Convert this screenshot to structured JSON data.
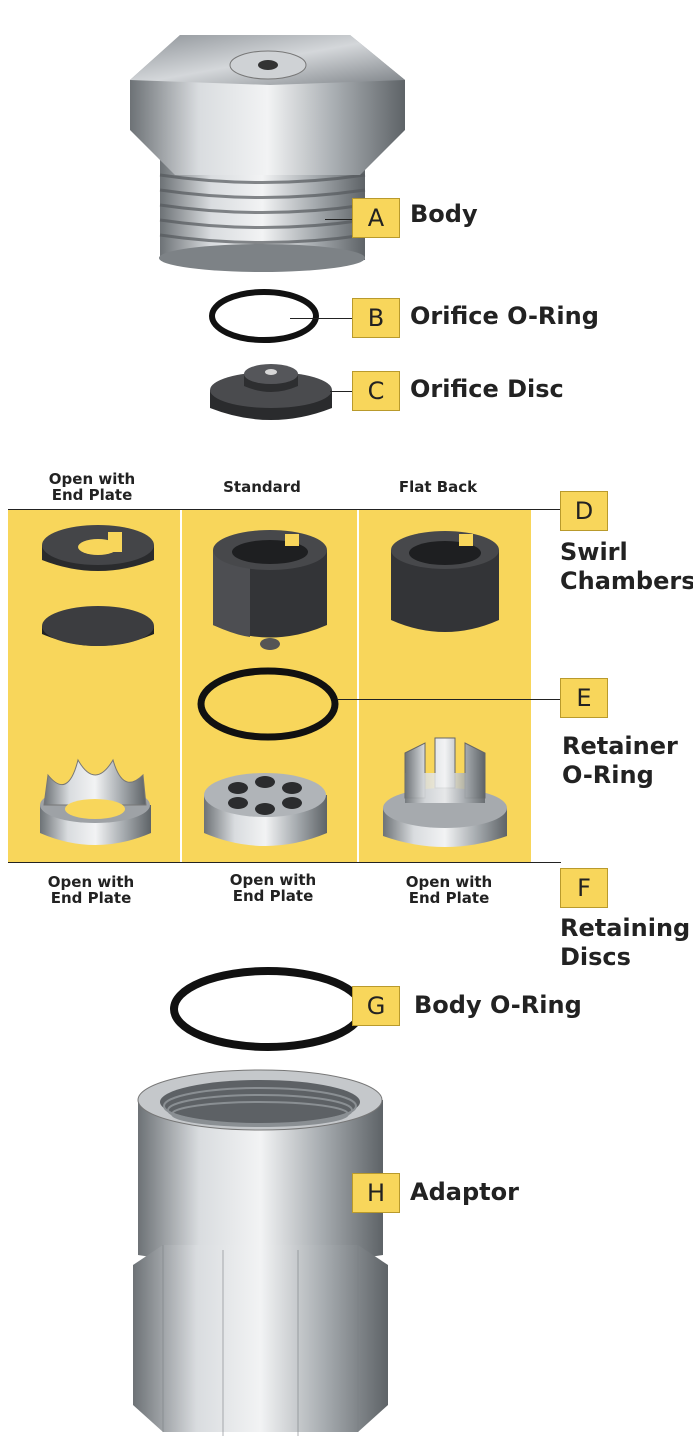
{
  "parts": {
    "a": {
      "letter": "A",
      "name": "Body"
    },
    "b": {
      "letter": "B",
      "name": "Orifice O-Ring"
    },
    "c": {
      "letter": "C",
      "name": "Orifice Disc"
    },
    "d": {
      "letter": "D",
      "name_line1": "Swirl",
      "name_line2": "Chambers"
    },
    "e": {
      "letter": "E",
      "name_line1": "Retainer",
      "name_line2": "O-Ring"
    },
    "f": {
      "letter": "F",
      "name_line1": "Retaining",
      "name_line2": "Discs"
    },
    "g": {
      "letter": "G",
      "name": "Body O-Ring"
    },
    "h": {
      "letter": "H",
      "name": "Adaptor"
    }
  },
  "columns_top": {
    "col1_line1": "Open with",
    "col1_line2": "End Plate",
    "col2": "Standard",
    "col3": "Flat Back"
  },
  "columns_bottom": {
    "col1_line1": "Open with",
    "col1_line2": "End Plate",
    "col2_line1": "Open with",
    "col2_line2": "End Plate",
    "col3_line1": "Open with",
    "col3_line2": "End Plate"
  },
  "colors": {
    "accent": "#f8d65b",
    "text": "#222222",
    "metal": "#b8bcc0",
    "dark_part": "#3a3b3d"
  }
}
